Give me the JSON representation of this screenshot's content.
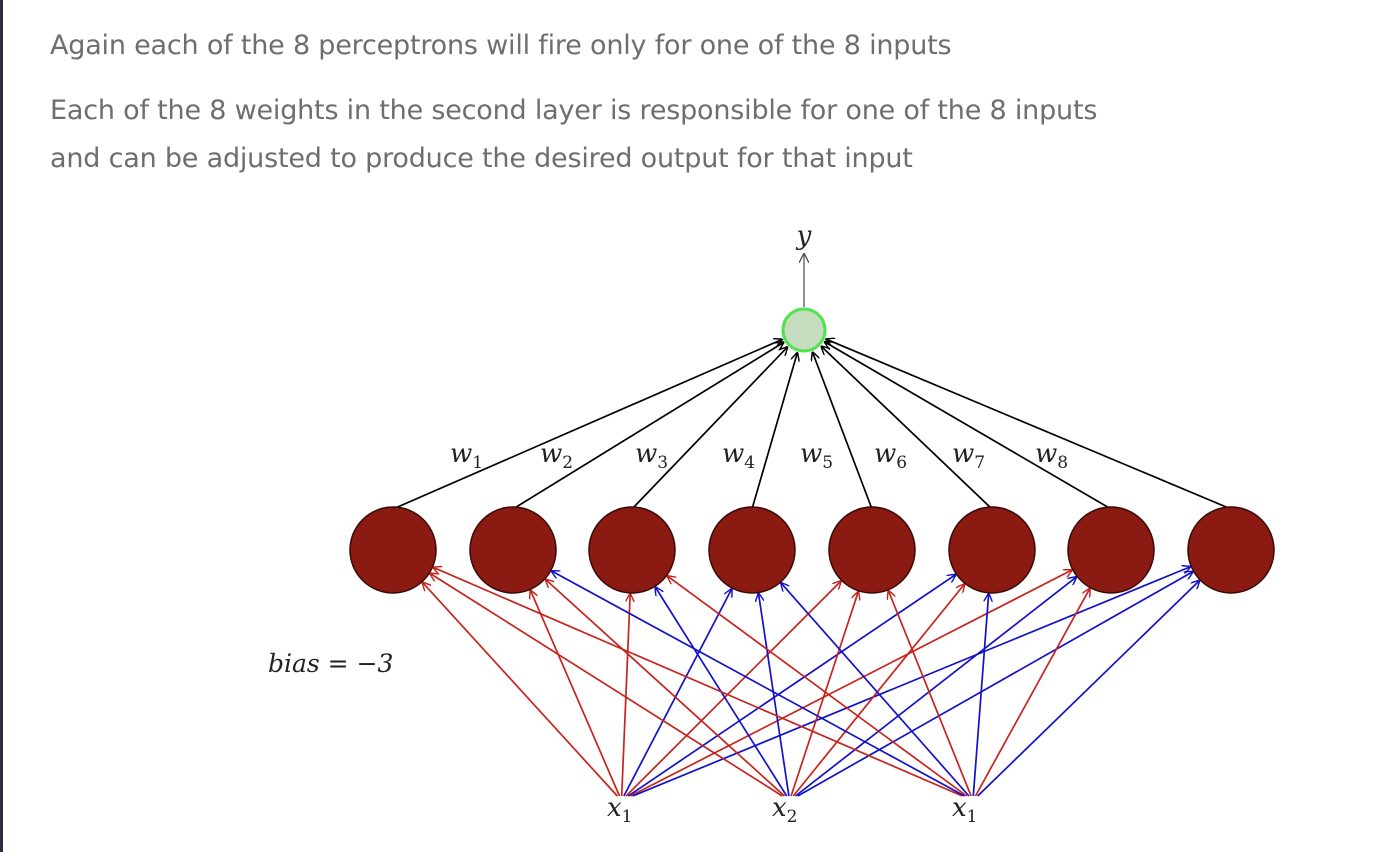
{
  "text": {
    "line1": "Again each of the 8 perceptrons will fire only for one of the 8 inputs",
    "line2": "Each of the 8 weights in the second layer is responsible for one of the 8 inputs",
    "line3": "and can be adjusted to produce the desired output for that input"
  },
  "diagram": {
    "output_label": "y",
    "bias_label": "bias = −3",
    "weights": [
      {
        "base": "w",
        "sub": "1"
      },
      {
        "base": "w",
        "sub": "2"
      },
      {
        "base": "w",
        "sub": "3"
      },
      {
        "base": "w",
        "sub": "4"
      },
      {
        "base": "w",
        "sub": "5"
      },
      {
        "base": "w",
        "sub": "6"
      },
      {
        "base": "w",
        "sub": "7"
      },
      {
        "base": "w",
        "sub": "8"
      }
    ],
    "inputs": [
      {
        "base": "x",
        "sub": "1"
      },
      {
        "base": "x",
        "sub": "2"
      },
      {
        "base": "x",
        "sub": "1"
      }
    ],
    "hidden_node_count": 8,
    "colors": {
      "hidden_fill": "#8b1a12",
      "output_fill": "#c6dcbf",
      "output_stroke": "#4fe34f",
      "positive_edge": "#c8231c",
      "negative_edge": "#1111cc",
      "weight_edge": "#000000",
      "text": "#6e6e6e"
    }
  }
}
